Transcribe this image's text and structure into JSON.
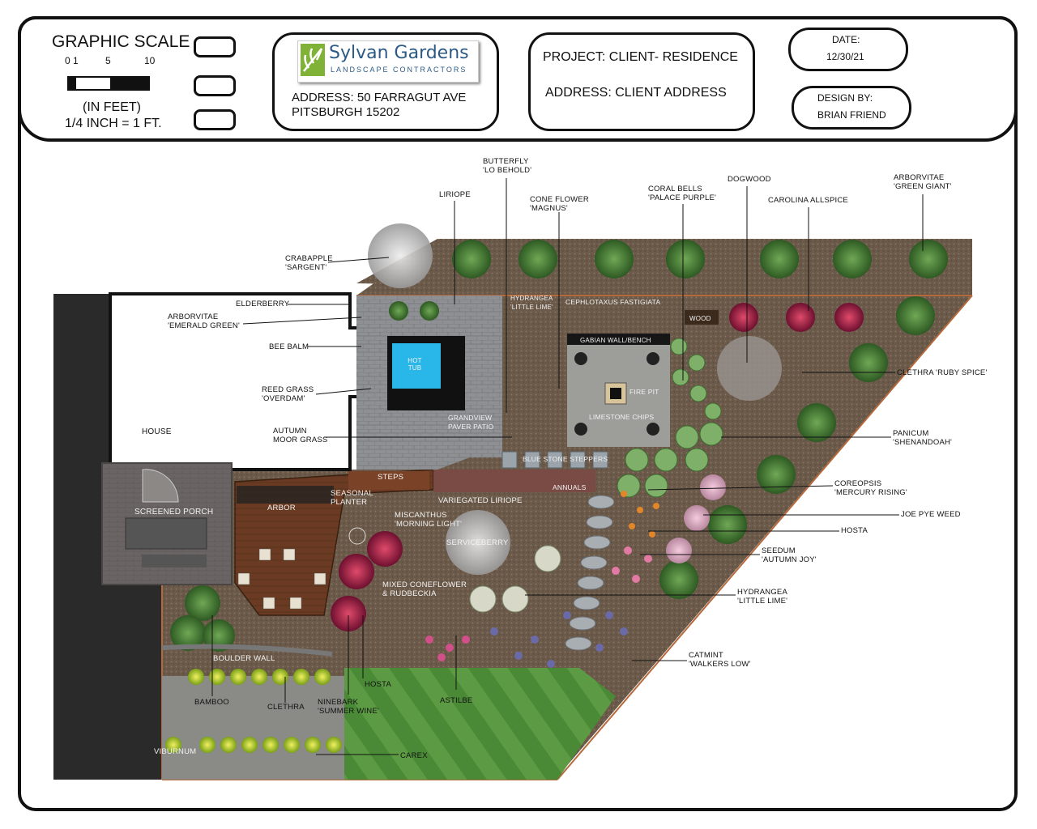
{
  "title_block": {
    "scale_title": "GRAPHIC SCALE",
    "scale_ticks": [
      "0",
      "1",
      "5",
      "10"
    ],
    "scale_units": "(IN FEET)",
    "scale_ratio": "1/4 INCH = 1 FT.",
    "company_name": "Sylvan Gardens",
    "company_sub": "LANDSCAPE CONTRACTORS",
    "company_address_line1": "ADDRESS: 50 FARRAGUT AVE",
    "company_address_line2": "PITSBURGH 15202",
    "project": "PROJECT: CLIENT- RESIDENCE",
    "project_address": "ADDRESS: CLIENT ADDRESS",
    "date_label": "DATE:",
    "date_value": "12/30/21",
    "design_label": "DESIGN BY:",
    "designer": "BRIAN FRIEND"
  },
  "plan": {
    "structures": {
      "house": "HOUSE",
      "screened_porch": "SCREENED PORCH",
      "hot_tub": "HOT TUB",
      "gabian": "GABIAN WALL/BENCH",
      "fire_pit": "FIRE PIT",
      "limestone": "LIMESTONE CHIPS",
      "wood": "WOOD",
      "steps": "STEPS",
      "arbor": "ARBOR",
      "seasonal_planter": "SEASONAL PLANTER",
      "paver_patio": "GRANDVIEW PAVER PATIO",
      "stone_steppers": "BLUE STONE STEPPERS",
      "annuals": "ANNUALS",
      "boulder_wall": "BOULDER WALL"
    },
    "plants": {
      "butterfly": "BUTTERFLY\n'LO BEHOLD'",
      "liriope": "LIRIOPE",
      "cone_flower": "CONE FLOWER\n'MAGNUS'",
      "coral_bells": "CORAL BELLS\n'PALACE PURPLE'",
      "dogwood": "DOGWOOD",
      "allspice": "CAROLINA ALLSPICE",
      "arborvitae_gg": "ARBORVITAE\n'GREEN GIANT'",
      "crabapple": "CRABAPPLE\n'SARGENT'",
      "elderberry": "ELDERBERRY",
      "arborvitae_eg": "ARBORVITAE\n'EMERALD GREEN'",
      "bee_balm": "BEE BALM",
      "reed_grass": "REED GRASS\n'OVERDAM'",
      "moor_grass": "AUTUMN\nMOOR GRASS",
      "hydrangea_top": "HYDRANGEA\n'LITTLE LIME'",
      "cephalotaxus": "CEPHLOTAXUS FASTIGIATA",
      "clethra_ruby": "CLETHRA 'RUBY SPICE'",
      "panicum": "PANICUM\n'SHENANDOAH'",
      "coreopsis": "COREOPSIS\n'MERCURY RISING'",
      "joe_pye": "JOE PYE WEED",
      "hosta_r": "HOSTA",
      "sedum": "SEEDUM\n'AUTUMN JOY'",
      "hydrangea_r": "HYDRANGEA\n'LITTLE LIME'",
      "catmint": "CATMINT\n'WALKERS LOW'",
      "variegated_liriope": "VARIEGATED LIRIOPE",
      "miscanthus": "MISCANTHUS\n'MORNING LIGHT'",
      "serviceberry": "SERVICEBERRY",
      "mixed": "MIXED CONEFLOWER\n& RUDBECKIA",
      "hosta_b": "HOSTA",
      "astilbe": "ASTILBE",
      "ninebark": "NINEBARK\n'SUMMER WINE'",
      "clethra": "CLETHRA",
      "bamboo": "BAMBOO",
      "viburnum": "VIBURNUM",
      "carex": "CAREX"
    }
  },
  "colors": {
    "mulch": "#6b5a4a",
    "lawn": "#4f8a3a",
    "deck": "#6a3b22",
    "paver": "#8a8c90",
    "water": "#29b6e8",
    "house": "#ffffff",
    "asphalt": "#2a2a2a"
  }
}
